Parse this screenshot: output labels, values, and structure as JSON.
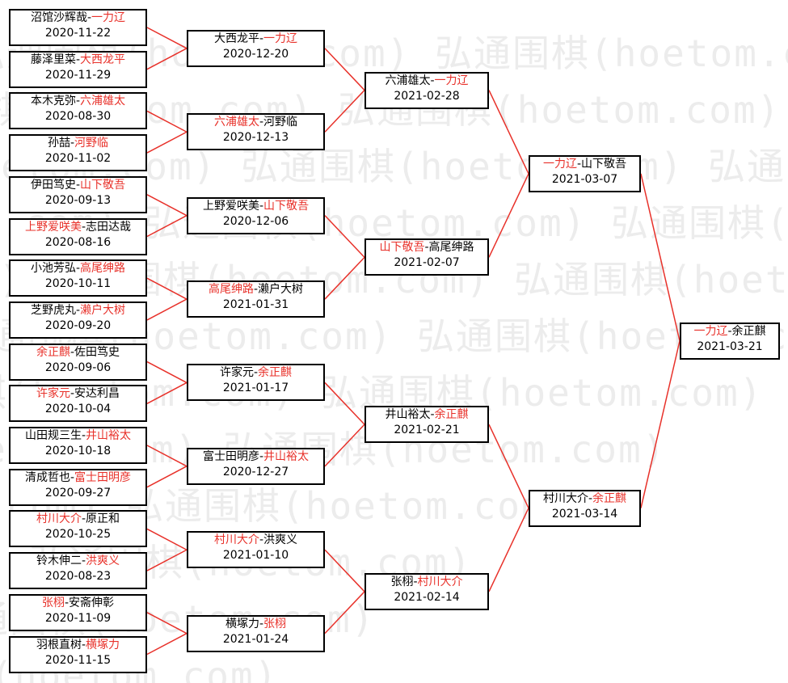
{
  "watermark": "弘通围棋(hoetom.com) 弘通围棋(hoetom.com) 弘通围棋(hoetom.com)",
  "colors": {
    "winner": "#e8312a",
    "line": "#e8312a",
    "border": "#000000"
  },
  "rounds": [
    [
      {
        "p1": "沼馆沙辉哉",
        "p2": "一力辽",
        "winner": 2,
        "date": "2020-11-22"
      },
      {
        "p1": "藤泽里菜",
        "p2": "大西龙平",
        "winner": 2,
        "date": "2020-11-29"
      },
      {
        "p1": "本木克弥",
        "p2": "六浦雄太",
        "winner": 2,
        "date": "2020-08-30"
      },
      {
        "p1": "孙喆",
        "p2": "河野临",
        "winner": 2,
        "date": "2020-11-02"
      },
      {
        "p1": "伊田笃史",
        "p2": "山下敬吾",
        "winner": 2,
        "date": "2020-09-13"
      },
      {
        "p1": "上野爱咲美",
        "p2": "志田达哉",
        "winner": 1,
        "date": "2020-08-16"
      },
      {
        "p1": "小池芳弘",
        "p2": "高尾绅路",
        "winner": 2,
        "date": "2020-10-11"
      },
      {
        "p1": "芝野虎丸",
        "p2": "濑户大树",
        "winner": 2,
        "date": "2020-09-20"
      },
      {
        "p1": "余正麒",
        "p2": "佐田笃史",
        "winner": 1,
        "date": "2020-09-06"
      },
      {
        "p1": "许家元",
        "p2": "安达利昌",
        "winner": 1,
        "date": "2020-10-04"
      },
      {
        "p1": "山田规三生",
        "p2": "井山裕太",
        "winner": 2,
        "date": "2020-10-18"
      },
      {
        "p1": "清成哲也",
        "p2": "富士田明彦",
        "winner": 2,
        "date": "2020-09-27"
      },
      {
        "p1": "村川大介",
        "p2": "原正和",
        "winner": 1,
        "date": "2020-10-25"
      },
      {
        "p1": "铃木伸二",
        "p2": "洪爽义",
        "winner": 2,
        "date": "2020-08-23"
      },
      {
        "p1": "张栩",
        "p2": "安斋伸彰",
        "winner": 1,
        "date": "2020-11-09"
      },
      {
        "p1": "羽根直树",
        "p2": "横塚力",
        "winner": 2,
        "date": "2020-11-15"
      }
    ],
    [
      {
        "p1": "大西龙平",
        "p2": "一力辽",
        "winner": 2,
        "date": "2020-12-20"
      },
      {
        "p1": "六浦雄太",
        "p2": "河野临",
        "winner": 1,
        "date": "2020-12-13"
      },
      {
        "p1": "上野爱咲美",
        "p2": "山下敬吾",
        "winner": 2,
        "date": "2020-12-06"
      },
      {
        "p1": "高尾绅路",
        "p2": "濑户大树",
        "winner": 1,
        "date": "2021-01-31"
      },
      {
        "p1": "许家元",
        "p2": "余正麒",
        "winner": 2,
        "date": "2021-01-17"
      },
      {
        "p1": "富士田明彦",
        "p2": "井山裕太",
        "winner": 2,
        "date": "2020-12-27"
      },
      {
        "p1": "村川大介",
        "p2": "洪爽义",
        "winner": 1,
        "date": "2021-01-10"
      },
      {
        "p1": "横塚力",
        "p2": "张栩",
        "winner": 2,
        "date": "2021-01-24"
      }
    ],
    [
      {
        "p1": "六浦雄太",
        "p2": "一力辽",
        "winner": 2,
        "date": "2021-02-28"
      },
      {
        "p1": "山下敬吾",
        "p2": "高尾绅路",
        "winner": 1,
        "date": "2021-02-07"
      },
      {
        "p1": "井山裕太",
        "p2": "余正麒",
        "winner": 2,
        "date": "2021-02-21"
      },
      {
        "p1": "张栩",
        "p2": "村川大介",
        "winner": 2,
        "date": "2021-02-14"
      }
    ],
    [
      {
        "p1": "一力辽",
        "p2": "山下敬吾",
        "winner": 1,
        "date": "2021-03-07"
      },
      {
        "p1": "村川大介",
        "p2": "余正麒",
        "winner": 2,
        "date": "2021-03-14"
      }
    ],
    [
      {
        "p1": "一力辽",
        "p2": "余正麒",
        "winner": 1,
        "date": "2021-03-21"
      }
    ]
  ]
}
